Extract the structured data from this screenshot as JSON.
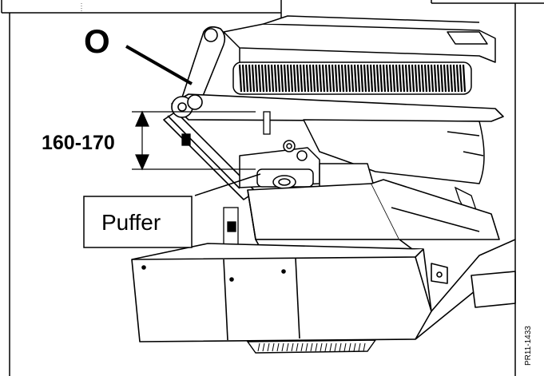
{
  "labels": {
    "point": "O",
    "dimension": "160-170",
    "part": "Puffer",
    "figure_code": "PR11-1433"
  },
  "colors": {
    "line": "#000000",
    "background": "#ffffff"
  }
}
